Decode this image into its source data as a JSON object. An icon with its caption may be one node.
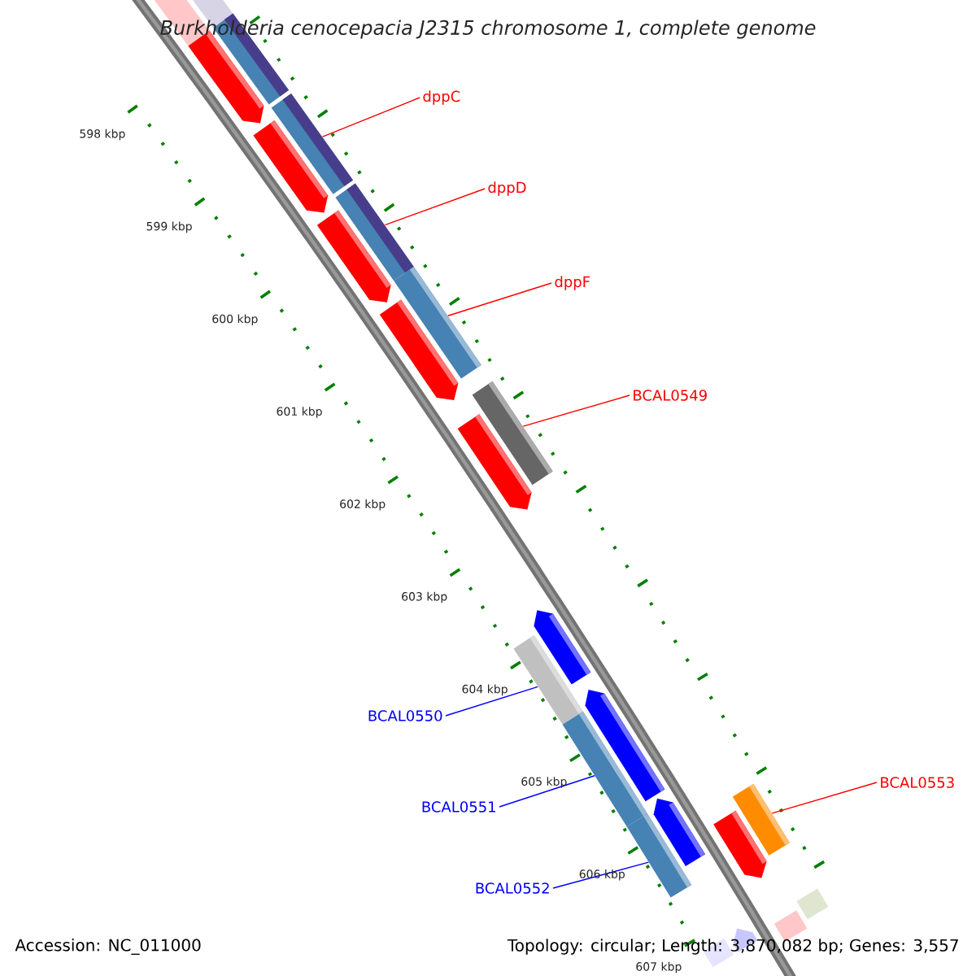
{
  "diagram": {
    "title": "Burkholderia cenocepacia J2315 chromosome 1, complete genome",
    "nodes": [
      {
        "text": [
          "dppC"
        ]
      },
      {
        "text": [
          "dppD"
        ]
      },
      {
        "text": [
          "dppF"
        ]
      },
      {
        "text": [
          "BCAL0549"
        ]
      },
      {
        "text": [
          "BCAL0550"
        ]
      },
      {
        "text": [
          "BCAL0551"
        ]
      },
      {
        "text": [
          "BCAL0552"
        ]
      },
      {
        "text": [
          "BCAL0553"
        ]
      },
      {
        "text": [],
        "shape": "bar"
      },
      {
        "text": [],
        "shape": "bar"
      },
      {
        "text": [],
        "shape": "bar"
      },
      {
        "text": [],
        "shape": "bar"
      },
      {
        "text": [],
        "shape": "bar"
      },
      {
        "text": [],
        "shape": "bar"
      },
      {
        "text": [],
        "shape": "bar"
      },
      {
        "text": [],
        "shape": "bar"
      },
      {
        "text": [],
        "shape": "bar"
      },
      {
        "text": [],
        "shape": "bar"
      },
      {
        "text": [],
        "shape": "bar"
      },
      {
        "text": [],
        "shape": "bar"
      },
      {
        "text": [],
        "shape": "bar"
      },
      {
        "text": [],
        "shape": "bar"
      },
      {
        "text": [],
        "shape": "bar"
      },
      {
        "text": [],
        "shape": "bar"
      },
      {
        "text": [],
        "shape": "bar"
      },
      {
        "text": [],
        "shape": "bar"
      },
      {
        "text": [],
        "shape": "bar"
      },
      {
        "text": [],
        "shape": "bar"
      },
      {
        "text": [],
        "shape": "bar"
      },
      {
        "text": [],
        "shape": "bar"
      }
    ],
    "edges": [
      {
        "from": 0,
        "to": 10,
        "arrow": "none"
      },
      {
        "from": 1,
        "to": 12,
        "arrow": "none"
      },
      {
        "from": 2,
        "to": 14,
        "arrow": "none"
      },
      {
        "from": 3,
        "to": 16,
        "arrow": "none"
      },
      {
        "from": 4,
        "to": 19,
        "arrow": "none",
        "color": "#0000ff"
      },
      {
        "from": 5,
        "to": 21,
        "arrow": "none",
        "color": "#0000ff"
      },
      {
        "from": 6,
        "to": 23,
        "arrow": "none",
        "color": "#0000ff"
      },
      {
        "from": 7,
        "to": 24,
        "arrow": "none"
      }
    ],
    "labels": [
      "598 kbp",
      "599 kbp",
      "600 kbp",
      "601 kbp",
      "602 kbp",
      "603 kbp",
      "604 kbp",
      "605 kbp",
      "606 kbp",
      "607 kbp",
      "Accession: NC_011000",
      "Topology: circular; Length: 3,870,082 bp; Genes: 3,557"
    ]
  }
}
